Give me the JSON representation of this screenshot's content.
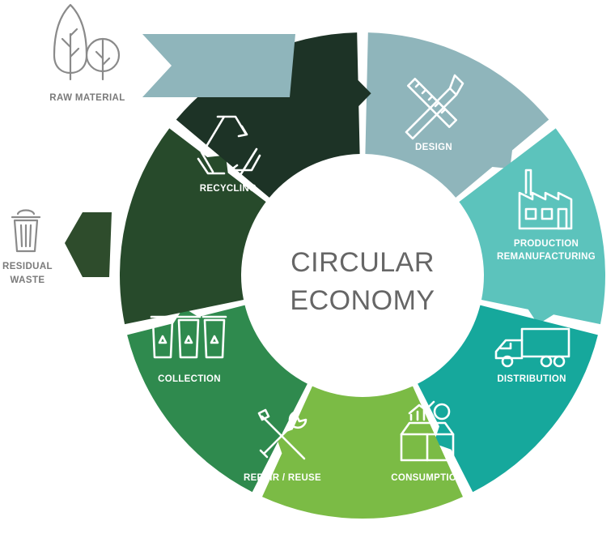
{
  "center": {
    "line1": "CIRCULAR",
    "line2": "ECONOMY"
  },
  "segments": [
    {
      "label": "DESIGN",
      "icon": "ruler-pencil-icon",
      "color": "#8fb5bb"
    },
    {
      "label": "PRODUCTION",
      "label2": "REMANUFACTURING",
      "icon": "factory-icon",
      "color": "#5cc3bc"
    },
    {
      "label": "DISTRIBUTION",
      "icon": "truck-icon",
      "color": "#16a89c"
    },
    {
      "label": "CONSUMPTION",
      "icon": "shopping-box-icon",
      "color": "#7bbb45"
    },
    {
      "label": "REPAIR / REUSE",
      "icon": "wrench-screwdriver-icon",
      "color": "#2f8a4e"
    },
    {
      "label": "COLLECTION",
      "icon": "recycling-bins-icon",
      "color": "#274a2b"
    },
    {
      "label": "RECYCLING",
      "icon": "recycle-icon",
      "color": "#1d3326"
    }
  ],
  "inputs": {
    "raw_material": {
      "label": "RAW MATERIAL",
      "icon": "trees-icon",
      "color": "#8fb5bb"
    },
    "residual_waste": {
      "label": "RESIDUAL",
      "label2": "WASTE",
      "icon": "trash-can-icon",
      "color": "#2e4c2c"
    }
  }
}
